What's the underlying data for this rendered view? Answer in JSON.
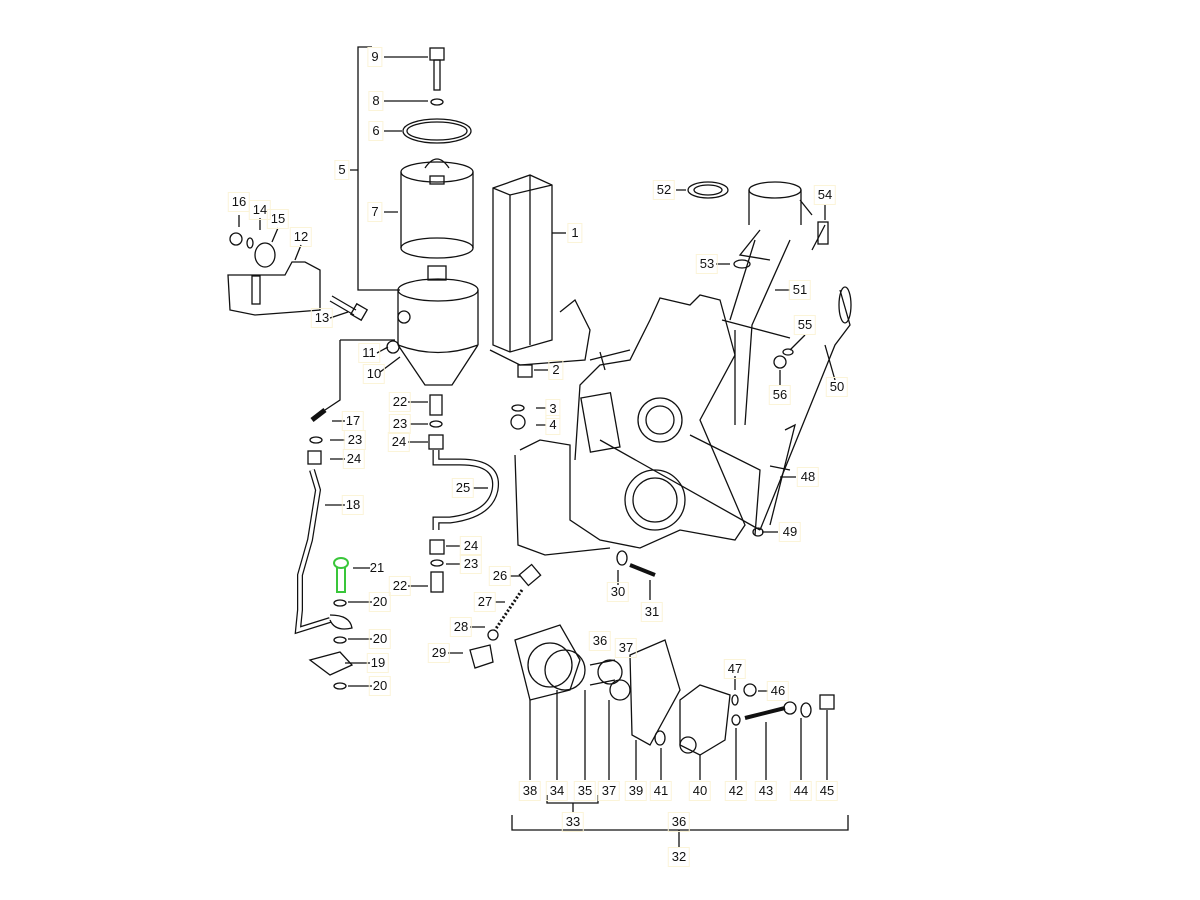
{
  "diagram_title": "",
  "highlight_color": "#39c63a",
  "callouts": [
    "9",
    "8",
    "6",
    "5",
    "7",
    "16",
    "14",
    "15",
    "12",
    "13",
    "11",
    "10",
    "1",
    "2",
    "3",
    "4",
    "22",
    "23",
    "24",
    "17",
    "23",
    "24",
    "18",
    "25",
    "24",
    "23",
    "22",
    "21",
    "20",
    "20",
    "19",
    "20",
    "26",
    "27",
    "28",
    "29",
    "30",
    "31",
    "52",
    "54",
    "53",
    "51",
    "55",
    "56",
    "50",
    "48",
    "49",
    "36",
    "37",
    "47",
    "46",
    "38",
    "34",
    "35",
    "37",
    "39",
    "41",
    "40",
    "42",
    "43",
    "44",
    "45",
    "33",
    "36",
    "32"
  ],
  "selected_part": "21"
}
